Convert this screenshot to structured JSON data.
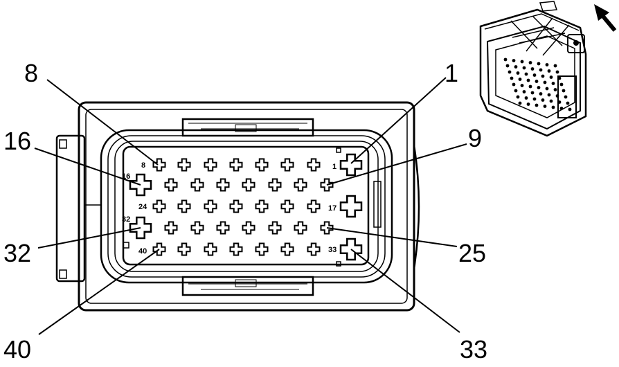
{
  "diagram": {
    "callouts": [
      {
        "id": "c8",
        "text": "8"
      },
      {
        "id": "c1",
        "text": "1"
      },
      {
        "id": "c16",
        "text": "16"
      },
      {
        "id": "c9",
        "text": "9"
      },
      {
        "id": "c32",
        "text": "32"
      },
      {
        "id": "c25",
        "text": "25"
      },
      {
        "id": "c40",
        "text": "40"
      },
      {
        "id": "c33",
        "text": "33"
      }
    ],
    "pin_labels": [
      {
        "id": "p8",
        "text": "8"
      },
      {
        "id": "p1",
        "text": "1"
      },
      {
        "id": "p16",
        "text": "16"
      },
      {
        "id": "p24",
        "text": "24"
      },
      {
        "id": "p17",
        "text": "17"
      },
      {
        "id": "p32",
        "text": "32"
      },
      {
        "id": "p40",
        "text": "40"
      },
      {
        "id": "p33",
        "text": "33"
      }
    ],
    "rows": [
      {
        "pins": 8,
        "large": "right"
      },
      {
        "pins": 8,
        "large": "left"
      },
      {
        "pins": 8,
        "large": "right"
      },
      {
        "pins": 8,
        "large": "left"
      },
      {
        "pins": 8,
        "large": "right"
      }
    ],
    "icons": [
      "connector-3d-view-icon",
      "direction-arrow-icon"
    ]
  }
}
